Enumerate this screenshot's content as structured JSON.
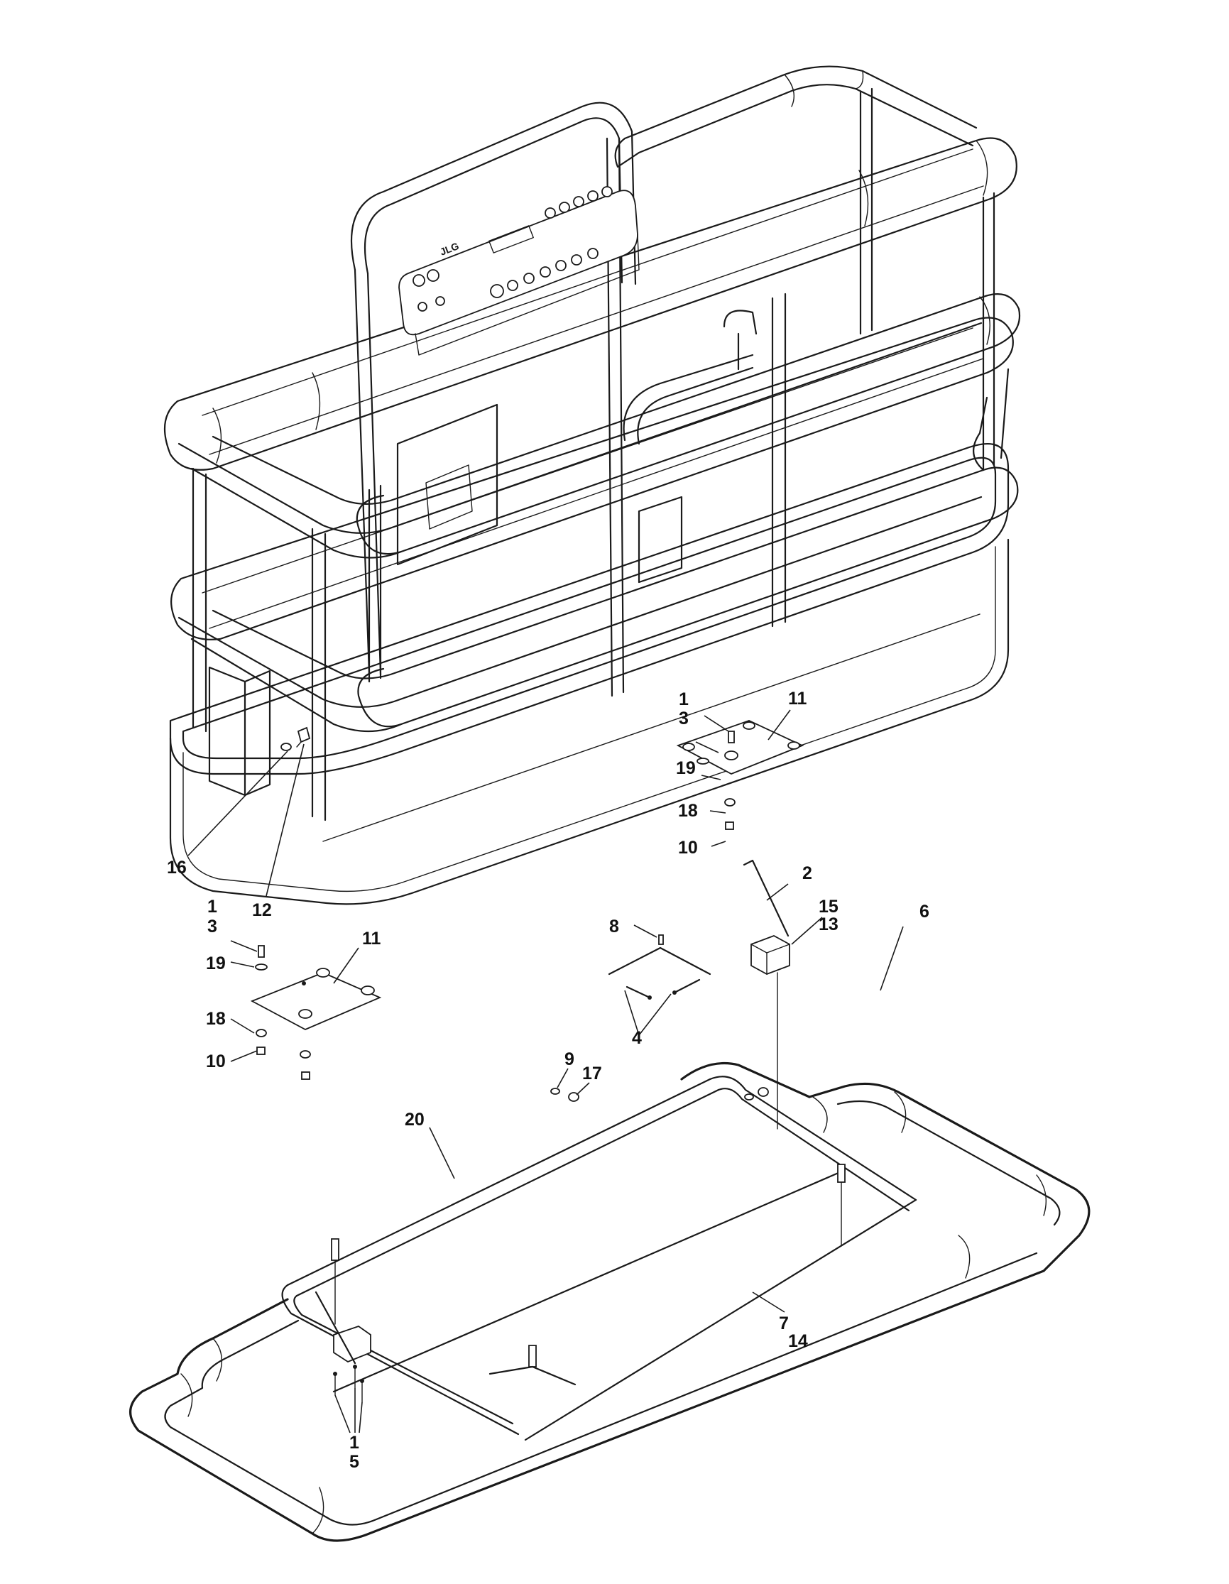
{
  "diagram": {
    "stroke_color": "#1a1a1a",
    "background": "#ffffff",
    "callouts": {
      "c1a": "1",
      "c3a": "3",
      "c11a": "11",
      "c19a": "19",
      "c18a": "18",
      "c10a": "10",
      "c16": "16",
      "c12": "12",
      "c2": "2",
      "c15": "15",
      "c13": "13",
      "c6": "6",
      "c1b": "1",
      "c3b": "3",
      "c11b": "11",
      "c19b": "19",
      "c18b": "18",
      "c10b": "10",
      "c8": "8",
      "c4": "4",
      "c9": "9",
      "c17": "17",
      "c20": "20",
      "c7": "7",
      "c14": "14",
      "c1c": "1",
      "c5": "5"
    },
    "panel_logo": "JLG"
  }
}
